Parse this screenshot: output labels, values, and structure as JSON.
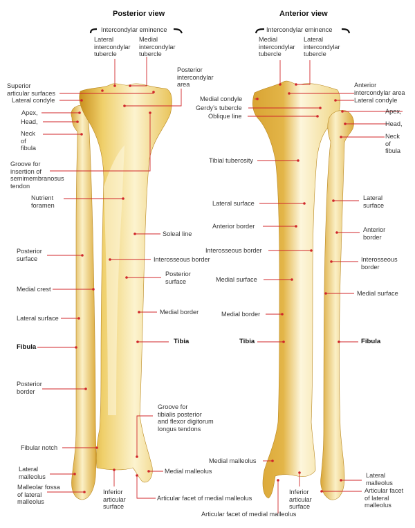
{
  "figure": {
    "posterior": {
      "title": "Posterior view",
      "eminence": "Intercondylar eminence",
      "labels": {
        "lat_ic_tubercle": "Lateral\nintercondylar\ntubercle",
        "med_ic_tubercle": "Medial\nintercondylar\ntubercle",
        "post_ic_area": "Posterior\nintercondylar\narea",
        "sup_art_surfaces": "Superior\narticular surfaces",
        "lateral_condyle": "Lateral condyle",
        "apex": "Apex,",
        "head": "Head,",
        "neck": "Neck\nof\nfibula",
        "groove_semimem": "Groove for\ninsertion of\nsemimembranosus\ntendon",
        "nutrient_foramen": "Nutrient\nforamen",
        "soleal_line": "Soleal line",
        "posterior_surface_fib": "Posterior\nsurface",
        "interosseous_border": "Interosseous border",
        "posterior_surface_tib": "Posterior\nsurface",
        "medial_crest": "Medial crest",
        "medial_border": "Medial border",
        "lateral_surface": "Lateral surface",
        "fibula": "Fibula",
        "tibia": "Tibia",
        "posterior_border": "Posterior\nborder",
        "groove_tib_post": "Groove for\ntibialis posterior\nand flexor digitorum\nlongus tendons",
        "fibular_notch": "Fibular notch",
        "lateral_malleolus": "Lateral\nmalleolus",
        "medial_malleolus": "Medial malleolus",
        "malleolar_fossa": "Malleolar fossa\nof lateral\nmalleolus",
        "inferior_articular": "Inferior\narticular\nsurface",
        "art_facet_med_mall": "Articular facet of medial malleolus"
      }
    },
    "anterior": {
      "title": "Anterior view",
      "eminence": "Intercondylar eminence",
      "labels": {
        "med_ic_tubercle": "Medial\nintercondylar\ntubercle",
        "lat_ic_tubercle": "Lateral\nintercondylar\ntubercle",
        "ant_ic_area": "Anterior\nintercondylar area",
        "medial_condyle": "Medial condyle",
        "lateral_condyle": "Lateral condyle",
        "gerdys_tubercle": "Gerdy’s tubercle",
        "oblique_line": "Oblique line",
        "apex": "Apex,",
        "head": "Head,",
        "neck": "Neck\nof\nfibula",
        "tibial_tuberosity": "Tibial tuberosity",
        "lateral_surface_tib": "Lateral surface",
        "lateral_surface_fib": "Lateral\nsurface",
        "anterior_border_tib": "Anterior border",
        "anterior_border_fib": "Anterior\nborder",
        "interosseous_border_tib": "Interosseous border",
        "interosseous_border_fib": "Interosseous\nborder",
        "medial_surface_tib": "Medial surface",
        "medial_surface_fib": "Medial surface",
        "medial_border": "Medial border",
        "tibia": "Tibia",
        "fibula": "Fibula",
        "medial_malleolus": "Medial malleolus",
        "lateral_malleolus": "Lateral\nmalleolus",
        "inferior_articular": "Inferior\narticular\nsurface",
        "art_facet_lat_mall": "Articular facet\nof lateral\nmalleolus",
        "art_facet_med_mall": "Articular facet of medial malleolus"
      }
    },
    "colors": {
      "bone_light": "#fbf1c4",
      "bone_mid": "#efcf6a",
      "bone_dark": "#c98f1c",
      "leader": "#d0262a"
    }
  }
}
